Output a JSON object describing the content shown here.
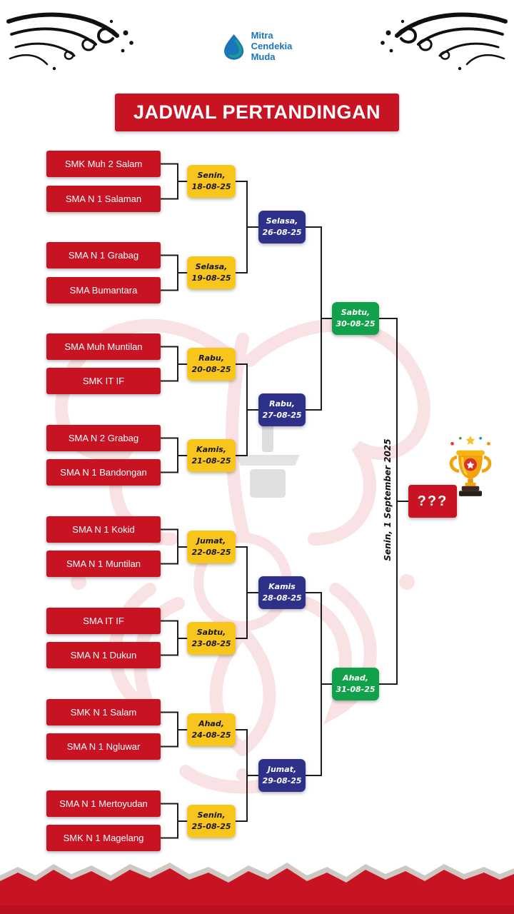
{
  "logo": {
    "line1": "Mitra",
    "line2": "Cendekia",
    "line3": "Muda"
  },
  "title": "JADWAL PERTANDINGAN",
  "colors": {
    "red": "#c81323",
    "yellow": "#f8c51c",
    "blue": "#2d3189",
    "green": "#12a14b",
    "logo_blue": "#1b75bb",
    "line": "#1c1c1c"
  },
  "bracket": {
    "round1_matches": [
      {
        "team1": "SMK Muh 2 Salam",
        "team2": "SMA N 1 Salaman",
        "day": "Senin,",
        "date": "18-08-25"
      },
      {
        "team1": "SMA N 1 Grabag",
        "team2": "SMA Bumantara",
        "day": "Selasa,",
        "date": "19-08-25"
      },
      {
        "team1": "SMA Muh Muntilan",
        "team2": "SMK IT IF",
        "day": "Rabu,",
        "date": "20-08-25"
      },
      {
        "team1": "SMA N 2 Grabag",
        "team2": "SMA N 1 Bandongan",
        "day": "Kamis,",
        "date": "21-08-25"
      },
      {
        "team1": "SMA N 1 Kokid",
        "team2": "SMA N 1 Muntilan",
        "day": "Jumat,",
        "date": "22-08-25"
      },
      {
        "team1": "SMA IT IF",
        "team2": "SMA N 1 Dukun",
        "day": "Sabtu,",
        "date": "23-08-25"
      },
      {
        "team1": "SMK N 1 Salam",
        "team2": "SMA N 1 Ngluwar",
        "day": "Ahad,",
        "date": "24-08-25"
      },
      {
        "team1": "SMA N 1 Mertoyudan",
        "team2": "SMK N 1 Magelang",
        "day": "Senin,",
        "date": "25-08-25"
      }
    ],
    "round2_dates": [
      {
        "day": "Selasa,",
        "date": "26-08-25"
      },
      {
        "day": "Rabu,",
        "date": "27-08-25"
      },
      {
        "day": "Kamis",
        "date": "28-08-25"
      },
      {
        "day": "Jumat,",
        "date": "29-08-25"
      }
    ],
    "semifinal_dates": [
      {
        "day": "Sabtu,",
        "date": "30-08-25"
      },
      {
        "day": "Ahad,",
        "date": "31-08-25"
      }
    ],
    "final": {
      "placeholder": "???",
      "date": "Senin, 1 September 2025"
    }
  }
}
